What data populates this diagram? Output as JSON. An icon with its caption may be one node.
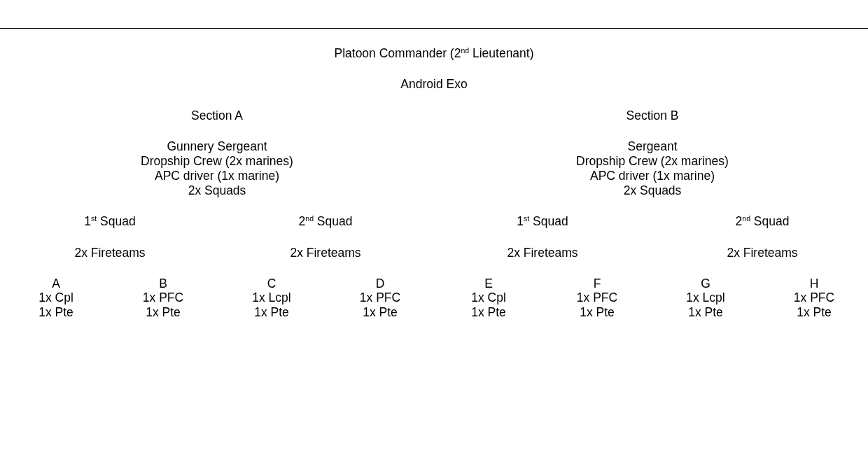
{
  "diagram": {
    "labels": [
      "Platoon Commander (2$^{nd}$ Lieutenant)",
      "Android Exo",
      "Section A",
      "Section B",
      "Gunnery Sergeant",
      "Sergeant",
      "Dropship Crew (2x marines)",
      "Dropship Crew (2x marines)",
      "APC driver (1x marine)",
      "APC driver (1x marine)",
      "2x Squads",
      "2x Squads",
      "1$^{st}$ Squad",
      "2$^{nd}$ Squad",
      "1$^{st}$ Squad",
      "2$^{nd}$ Squad",
      "2x Fireteams",
      "2x Fireteams",
      "2x Fireteams",
      "2x Fireteams",
      "A",
      "B",
      "C",
      "D",
      "E",
      "F",
      "G",
      "H",
      "1x Cpl",
      "1x PFC",
      "1x Lcpl",
      "1x PFC",
      "1x Cpl",
      "1x PFC",
      "1x Lcpl",
      "1x PFC",
      "1x Pte",
      "1x Pte",
      "1x Pte",
      "1x Pte",
      "1x Pte",
      "1x Pte",
      "1x Pte",
      "1x Pte"
    ]
  }
}
